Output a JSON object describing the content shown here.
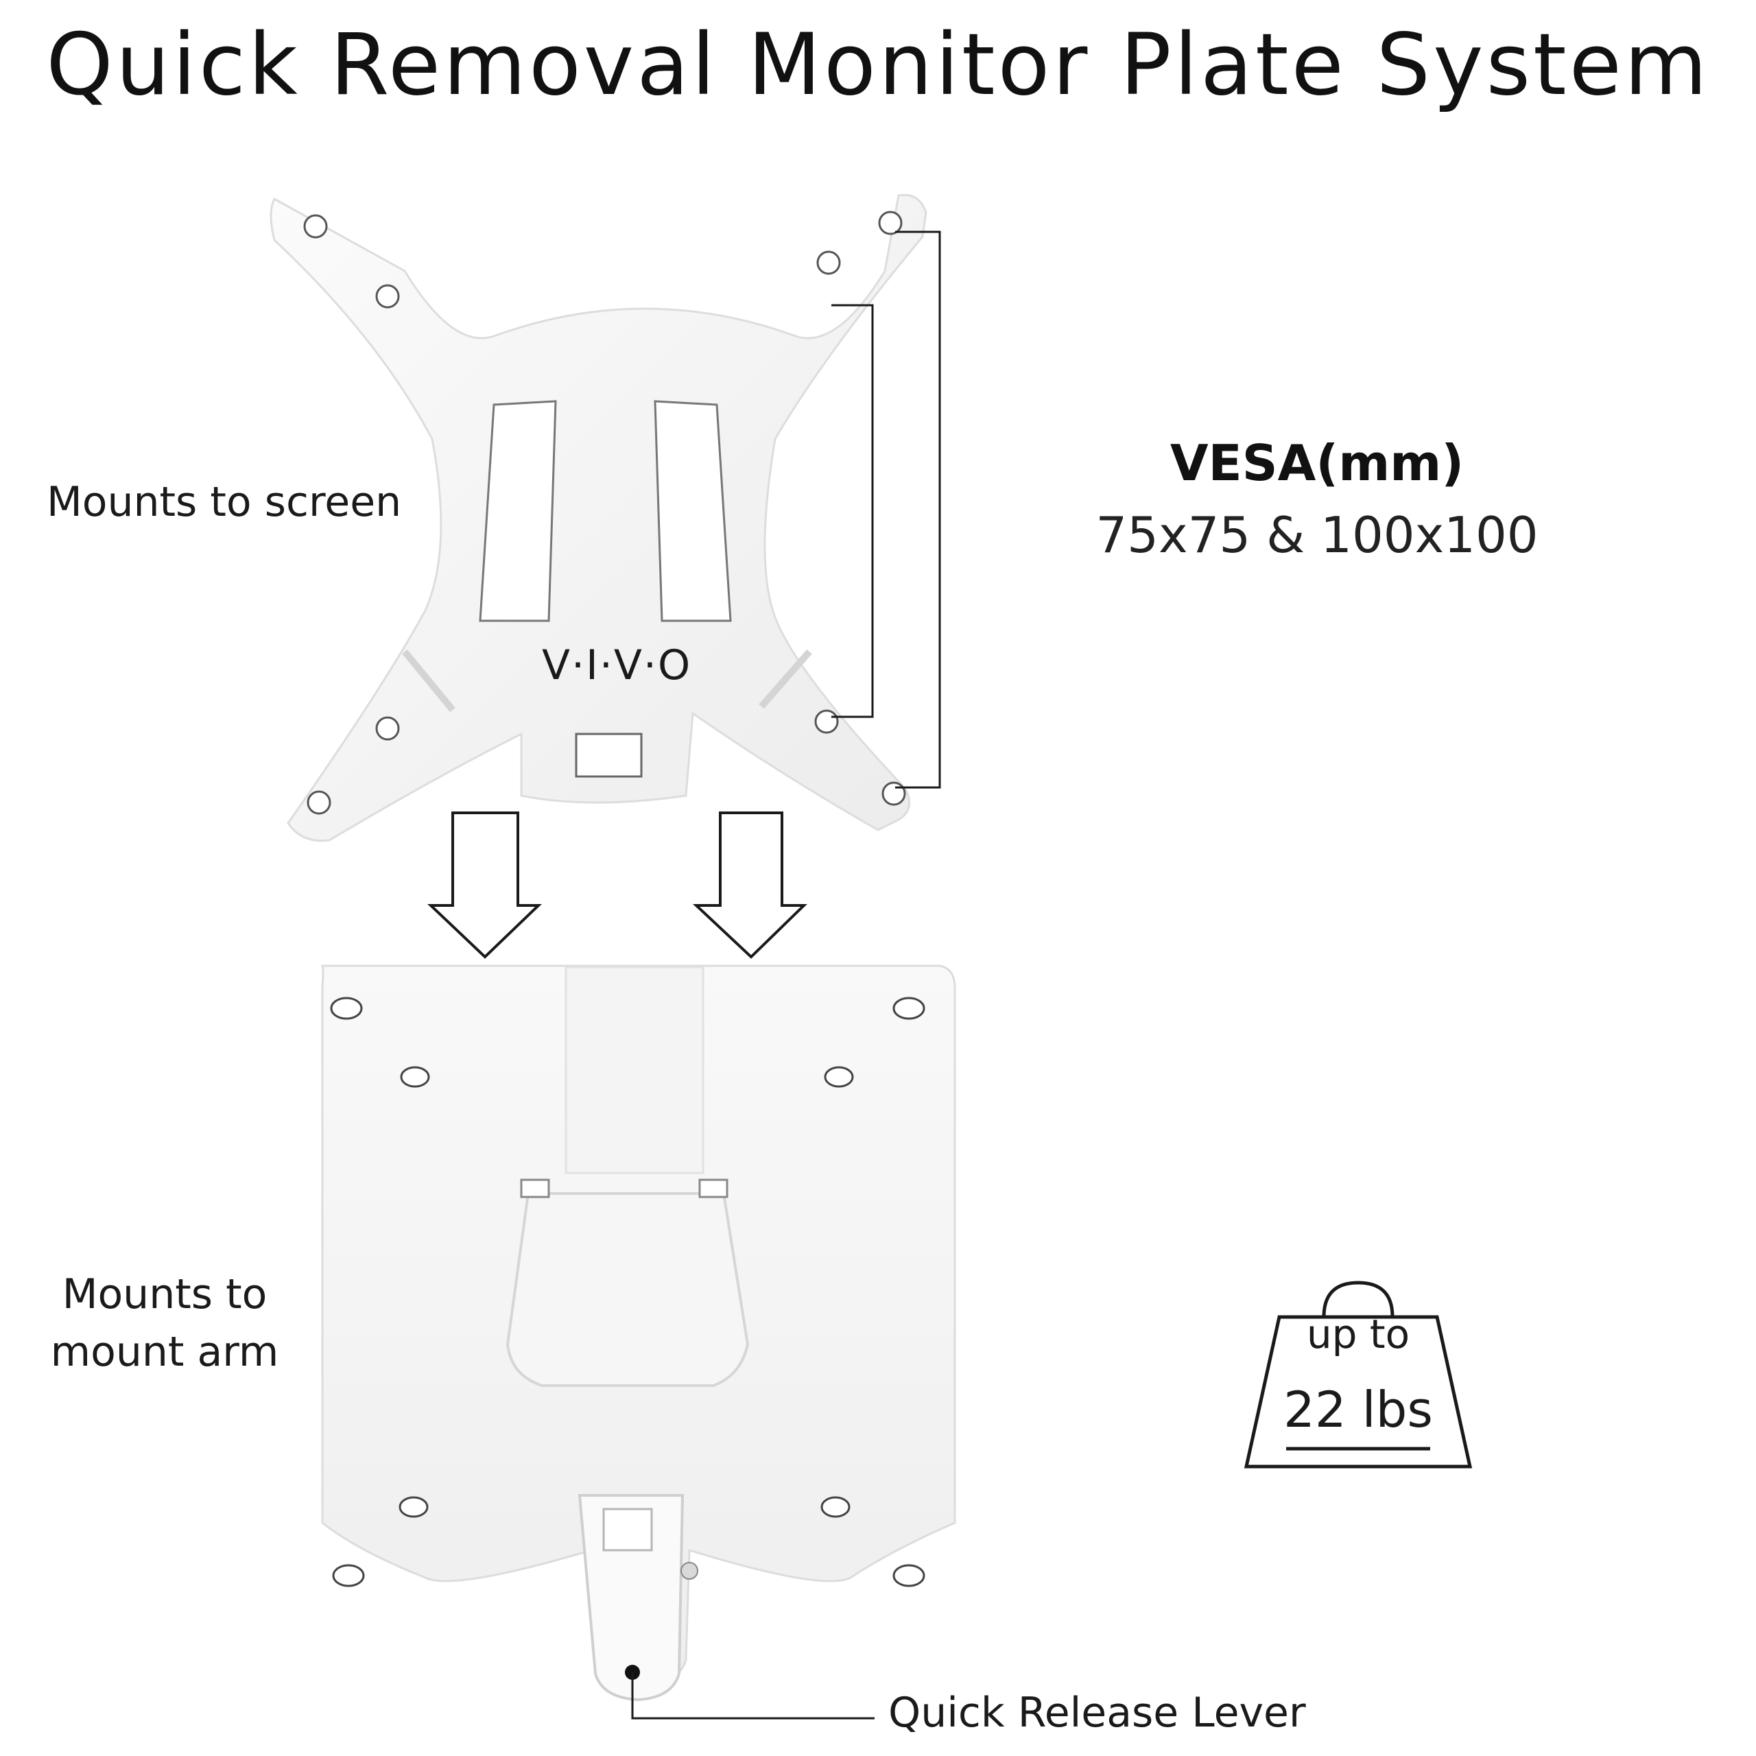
{
  "title": "Quick Removal Monitor Plate System",
  "labels": {
    "mounts_to_screen": "Mounts to screen",
    "mounts_to_arm_line1": "Mounts to",
    "mounts_to_arm_line2": "mount  arm",
    "quick_release_lever": "Quick Release Lever"
  },
  "vesa": {
    "heading": "VESA(mm)",
    "sizes": "75x75 & 100x100"
  },
  "weight": {
    "prefix": "up to",
    "value": "22 lbs"
  },
  "brand": {
    "logo_text": "V·I·V·O"
  },
  "colors": {
    "plate_fill": "#f7f7f7",
    "plate_shadow": "#e3e3e3",
    "outline": "#1a1a1a"
  }
}
